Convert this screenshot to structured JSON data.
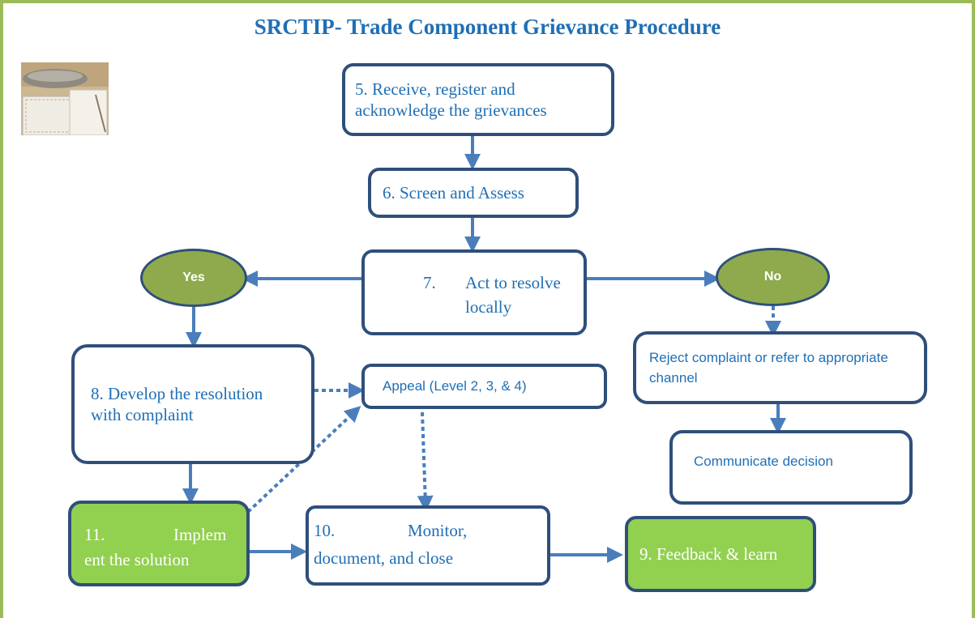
{
  "title": "SRCTIP- Trade Component Grievance Procedure",
  "image_icon": "envelope-and-phone-photo",
  "nodes": {
    "receive": "5. Receive, register and acknowledge the grievances",
    "screen": "6. Screen and Assess",
    "act_number": "7.",
    "act_text": "Act to resolve",
    "act_text2": "locally",
    "yes": "Yes",
    "no": "No",
    "develop": "8. Develop the resolution with complaint",
    "appeal": "Appeal (Level 2, 3, & 4)",
    "reject": "Reject complaint or refer to appropriate channel",
    "communicate": "Communicate decision",
    "implement_a": "11.",
    "implement_b": "Implem",
    "implement_c": "ent the solution",
    "monitor_a": "10.",
    "monitor_b": "Monitor,",
    "monitor_c": "document, and close",
    "feedback": "9. Feedback & learn"
  },
  "colors": {
    "border_frame": "#9bbb59",
    "title": "#1f6fb5",
    "box_border": "#2f4f7a",
    "text": "#1f6fb5",
    "green_fill": "#92d050",
    "oval_fill": "#8faa4c",
    "arrow": "#4a7ebb"
  }
}
